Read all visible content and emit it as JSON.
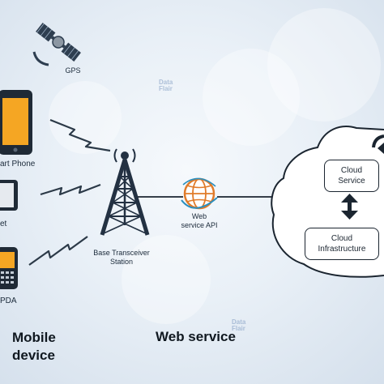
{
  "labels": {
    "gps": "GPS",
    "smartphone": "art Phone",
    "tablet": "et",
    "pda": "PDA",
    "base_line1": "Base Transceiver",
    "base_line2": "Station",
    "api_line1": "Web",
    "api_line2": "service API",
    "cloud_service_line1": "Cloud",
    "cloud_service_line2": "Service",
    "cloud_infra_line1": "Cloud",
    "cloud_infra_line2": "Infrastructure",
    "mobile_line1": "Mobile",
    "mobile_line2": "device",
    "web_service": "Web service"
  },
  "watermark": {
    "line1": "Data",
    "line2": "Flair"
  },
  "colors": {
    "accent_orange": "#f5a623",
    "dark": "#1b2530",
    "tower": "#233142",
    "globe": "#e07b2a"
  }
}
